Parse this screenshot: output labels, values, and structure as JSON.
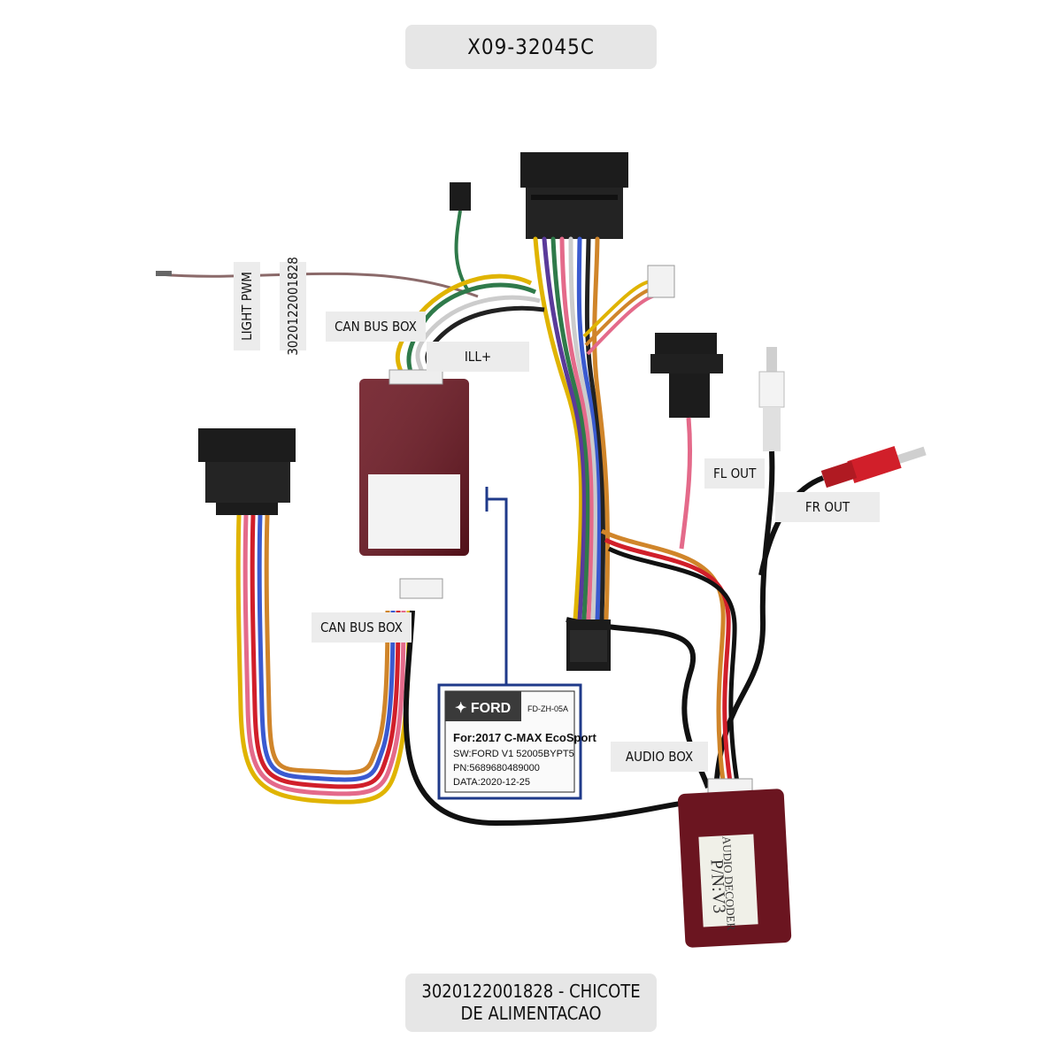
{
  "header": {
    "part_number": "X09-32045C"
  },
  "labels": {
    "light_pwm": "LIGHT PWM",
    "light_pwm_code": "3020122001828",
    "can_bus_box_top": "CAN BUS BOX",
    "ill_plus": "ILL+",
    "fl_out": "FL OUT",
    "fr_out": "FR OUT",
    "can_bus_box_left": "CAN BUS BOX",
    "audio_box": "AUDIO BOX"
  },
  "ford_label": {
    "brand": "FORD",
    "model_code": "FD-ZH-05A",
    "for_line": "For:2017 C-MAX  EcoSport",
    "sw_line": "SW:FORD V1 52005BYPT5",
    "pn_line": "PN:5689680489000",
    "date_line": "DATA:2020-12-25"
  },
  "audio_decoder": {
    "line1": "AUDIO  DECODER",
    "line2": "P/N:V3"
  },
  "footer": {
    "line1": "3020122001828 - CHICOTE",
    "line2": "DE ALIMENTACAO"
  },
  "colors": {
    "box_red": "#6b1520",
    "connector_black": "#1c1c1c",
    "callout_blue": "#1f3a8a",
    "label_bg": "#ececec"
  }
}
